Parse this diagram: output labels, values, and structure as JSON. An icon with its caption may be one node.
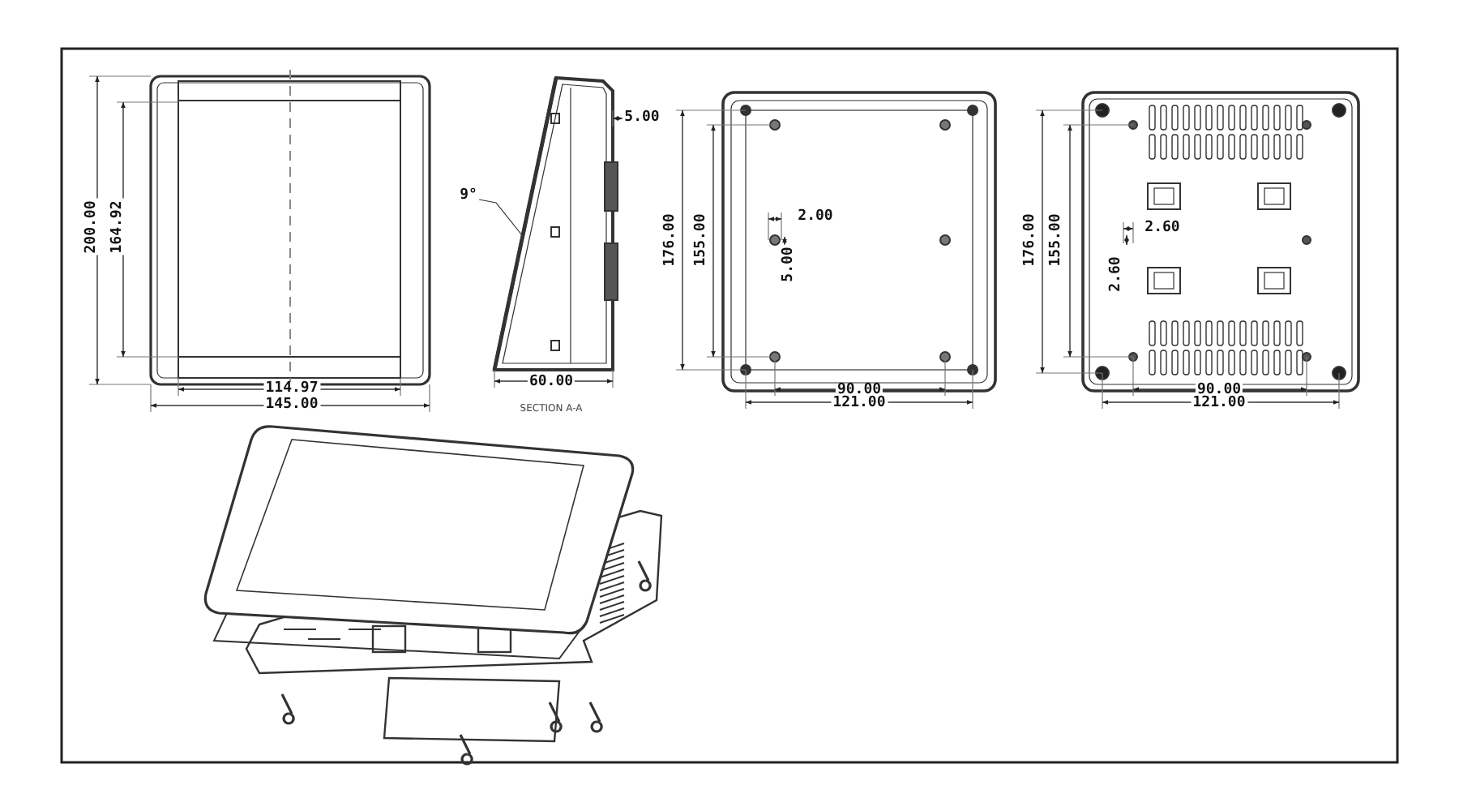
{
  "diagram": {
    "nodes": [
      {
        "text": [
          "9°"
        ]
      },
      {
        "text": [],
        "shape": "bar"
      }
    ],
    "edges": [
      {
        "from": 0,
        "to": 1,
        "arrow": "none"
      }
    ],
    "labels": [
      "200.00",
      "164.92",
      "114.97",
      "145.00",
      "5.00",
      "60.00",
      "SECTION A-A",
      "176.00",
      "155.00",
      "2.00",
      "5.00",
      "90.00",
      "121.00",
      "176.00",
      "155.00",
      "2.60",
      "2.60",
      "90.00",
      "121.00"
    ]
  }
}
